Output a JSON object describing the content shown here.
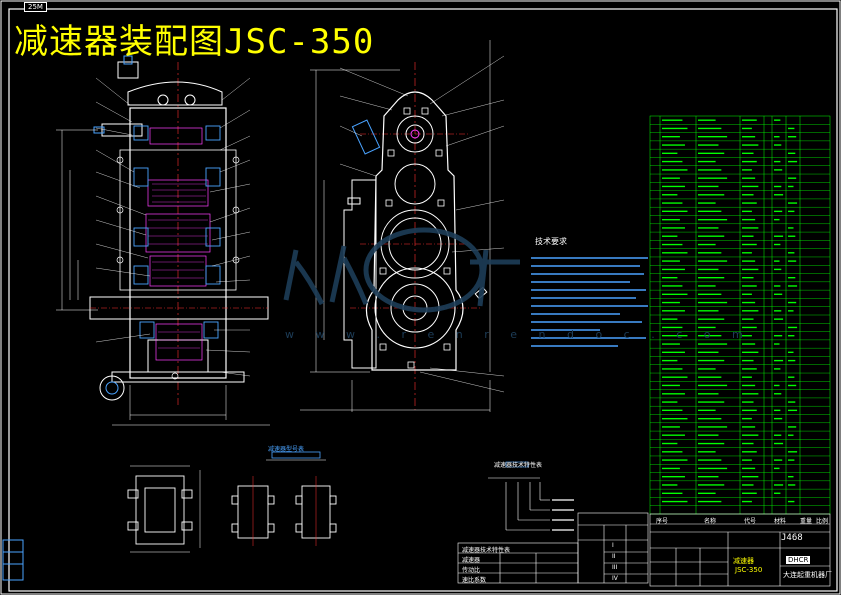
{
  "title": "减速器装配图JSC-350",
  "top_left_tag": "25M",
  "technical_requirements": {
    "heading": "技术要求"
  },
  "watermark": "w w w . r e n r e n d o c . c o m",
  "title_block": {
    "drawing_number": "J468",
    "product_name": "减速器",
    "product_code": "JSC-350",
    "company": "大连起重机器厂",
    "logo": "DHCR",
    "label_1": "名称",
    "label_2": "代号",
    "label_3": "材料",
    "label_4": "重量",
    "label_5": "比例",
    "label_6": "序号"
  },
  "spec_labels": {
    "header": "减速器技术特性表",
    "row1": "减速器",
    "row2": "传动比",
    "row3": "速比系数",
    "roman": [
      "I",
      "II",
      "III",
      "IV"
    ]
  },
  "side_label": "减速器型号表",
  "colors": {
    "background": "#000000",
    "title": "#ffff00",
    "frame": "#ffffff",
    "parts_table": "#00ff00",
    "center_line": "#ff3030",
    "steel": "#4aa3ff",
    "gear": "#ff40ff"
  }
}
